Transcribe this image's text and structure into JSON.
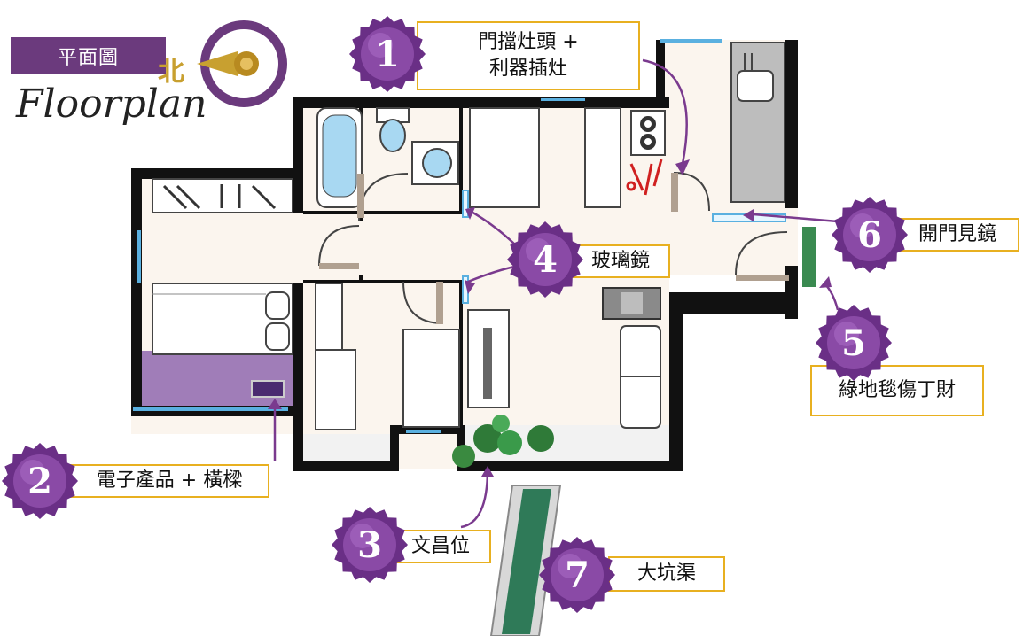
{
  "title": {
    "zh": "平面圖",
    "en": "Floorplan",
    "north": "北"
  },
  "colors": {
    "badge": "#6a2f86",
    "label_border": "#e8b020",
    "purple_zone": "#a07db8",
    "green": "#3a8a50",
    "wall": "#111111"
  },
  "annotations": [
    {
      "number": "1",
      "lines": [
        "門擋灶頭 +",
        "利器插灶"
      ]
    },
    {
      "number": "2",
      "lines": [
        "電子產品 + 橫樑"
      ]
    },
    {
      "number": "3",
      "lines": [
        "文昌位"
      ]
    },
    {
      "number": "4",
      "lines": [
        "玻璃鏡"
      ]
    },
    {
      "number": "5",
      "lines": [
        "綠地毯傷丁財"
      ]
    },
    {
      "number": "6",
      "lines": [
        "開門見鏡"
      ]
    },
    {
      "number": "7",
      "lines": [
        "大坑渠"
      ]
    }
  ]
}
